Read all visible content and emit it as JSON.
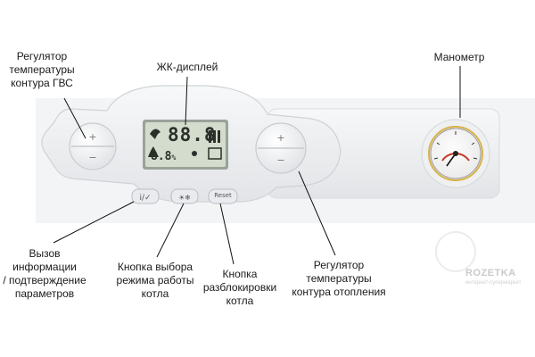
{
  "labels": {
    "dhw_regulator": "Регулятор\nтемпературы\nконтура ГВС",
    "lcd": "ЖК-дисплей",
    "manometer": "Манометр",
    "info_confirm": "Вызов информации\n/ подтверждение\nпараметров",
    "mode_button": "Кнопка выбора\nрежима работы\nкотла",
    "reset_button": "Кнопка\nразблокировки\nкотла",
    "heating_regulator": "Регулятор\nтемпературы\nконтура отопления"
  },
  "display": {
    "main_digits": "88.8",
    "small_digits": "8.8",
    "small_unit": "%"
  },
  "buttons": {
    "reset": "Reset"
  },
  "watermark": {
    "brand": "ROZETKA",
    "sub": "интернет-супермаркет"
  },
  "colors": {
    "panel": "#eef0f2",
    "lcd_bg": "#d4dccd",
    "lcd_seg": "#2b2f2a",
    "leader": "#111111"
  }
}
